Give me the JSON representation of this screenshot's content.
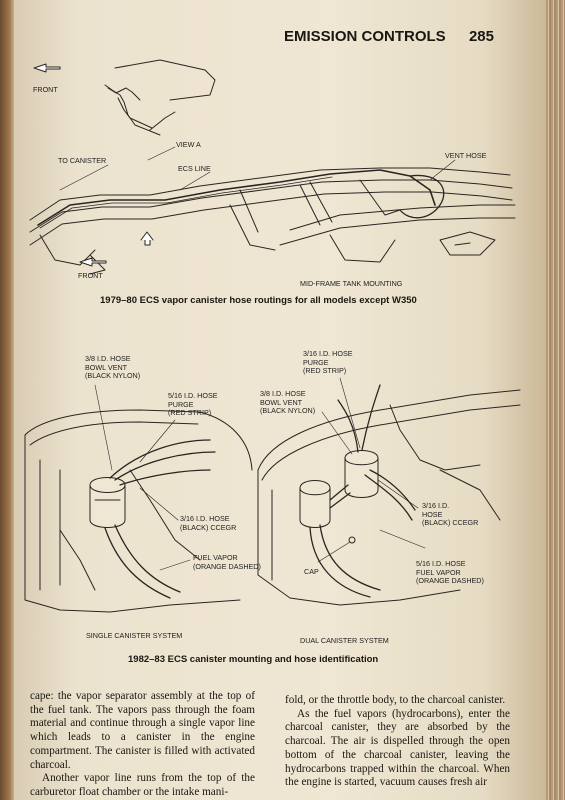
{
  "header": {
    "section_title": "EMISSION CONTROLS",
    "page_number": "285"
  },
  "figure1": {
    "labels": {
      "front_top": "FRONT",
      "to_canister": "TO CANISTER",
      "view_a": "VIEW A",
      "ecs_line": "ECS LINE",
      "vent_hose": "VENT HOSE",
      "front_bottom": "FRONT",
      "mid_frame": "MID-FRAME TANK MOUNTING"
    },
    "caption": "1979–80 ECS vapor canister hose routings for all models except W350"
  },
  "figure2": {
    "labels": {
      "l1": "3/8 I.D. HOSE\nBOWL VENT\n(BLACK NYLON)",
      "l2": "5/16 I.D. HOSE\nPURGE\n(RED STRIP)",
      "l3": "3/16 I.D. HOSE\n(BLACK) CCEGR",
      "l4": "FUEL VAPOR\n(ORANGE DASHED)",
      "r1": "3/16 I.D. HOSE\nPURGE\n(RED STRIP)",
      "r2": "3/8 I.D. HOSE\nBOWL VENT\n(BLACK NYLON)",
      "r3": "3/16 I.D.\nHOSE\n(BLACK) CCEGR",
      "r4": "CAP",
      "r5": "5/16 I.D. HOSE\nFUEL VAPOR\n(ORANGE DASHED)",
      "single": "SINGLE CANISTER SYSTEM",
      "dual": "DUAL CANISTER SYSTEM"
    },
    "caption": "1982–83 ECS canister mounting and hose identification"
  },
  "body": {
    "left_paragraphs": [
      "cape: the vapor separator assembly at the top of the fuel tank. The vapors pass through the foam material and continue through a single vapor line which leads to a canister in the engine compartment. The canister is filled with activated charcoal.",
      "Another vapor line runs from the top of the carburetor float chamber or the intake mani-"
    ],
    "right_paragraphs": [
      "fold, or the throttle body, to the charcoal canister.",
      "As the fuel vapors (hydrocarbons), enter the charcoal canister, they are absorbed by the charcoal. The air is dispelled through the open bottom of the charcoal canister, leaving the hydrocarbons trapped within the charcoal. When the engine is started, vacuum causes fresh air"
    ]
  }
}
